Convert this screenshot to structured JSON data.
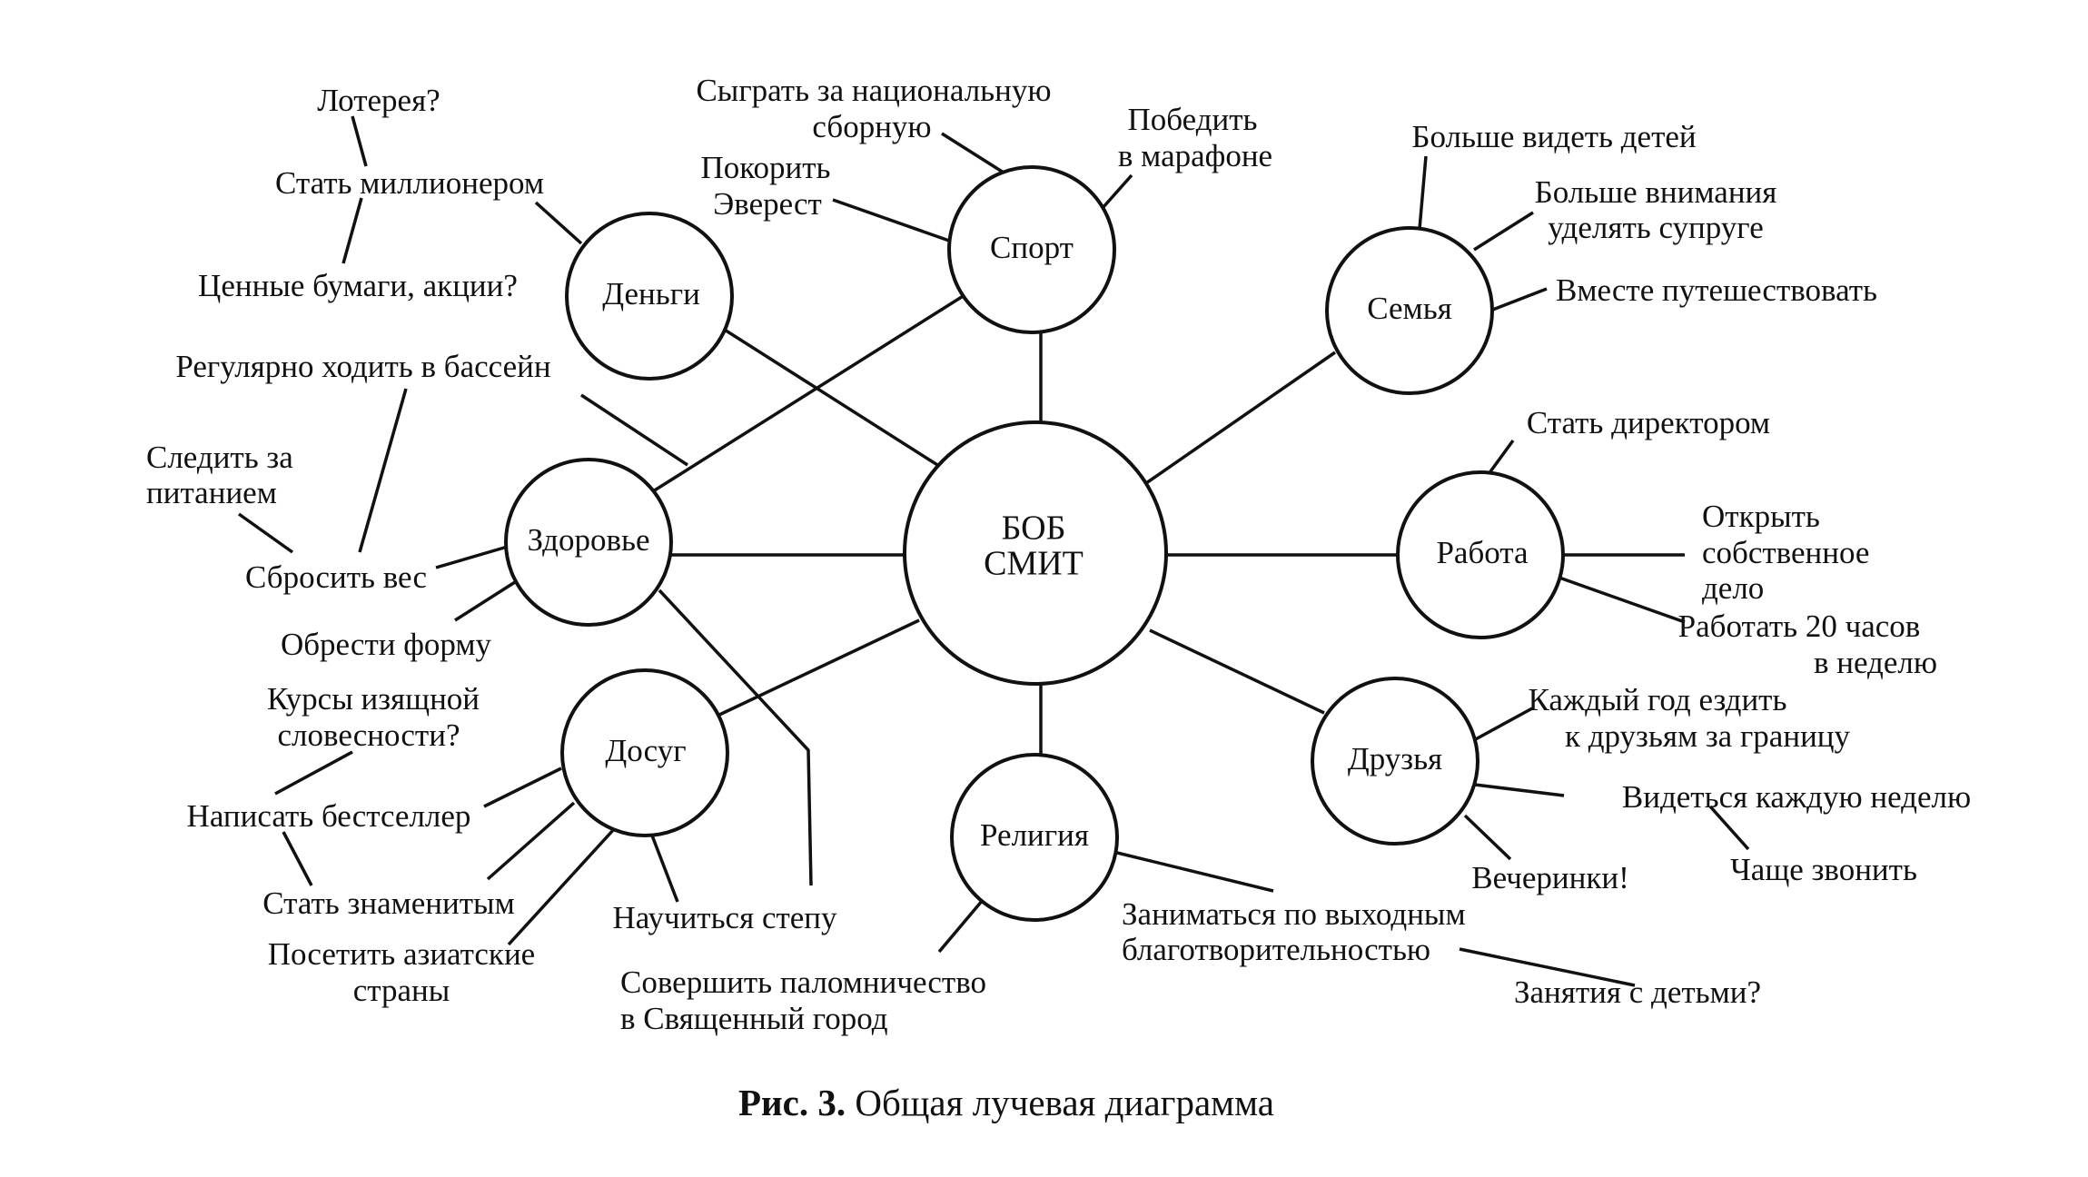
{
  "center": {
    "line1": "БОБ",
    "line2": "СМИТ"
  },
  "nodes": {
    "money": "Деньги",
    "sport": "Спорт",
    "family": "Семья",
    "health": "Здоровье",
    "work": "Работа",
    "leisure": "Досуг",
    "religion": "Религия",
    "friends": "Друзья"
  },
  "leaves": {
    "lottery": "Лотерея?",
    "millionaire": "Стать миллионером",
    "securities": "Ценные бумаги, акции?",
    "national_team_1": "Сыграть за национальную",
    "national_team_2": "сборную",
    "everest_1": "Покорить",
    "everest_2": "Эверест",
    "marathon_1": "Победить",
    "marathon_2": "в марафоне",
    "see_children": "Больше видеть детей",
    "spouse_1": "Больше внимания",
    "spouse_2": "уделять супруге",
    "travel_together": "Вместе путешествовать",
    "pool": "Регулярно ходить в бассейн",
    "nutrition_1": "Следить за",
    "nutrition_2": "питанием",
    "lose_weight": "Сбросить вес",
    "get_fit": "Обрести форму",
    "director": "Стать директором",
    "own_business_1": "Открыть",
    "own_business_2": "собственное",
    "own_business_3": "дело",
    "work_hours_1": "Работать 20 часов",
    "work_hours_2": "в неделю",
    "literature_1": "Курсы изящной",
    "literature_2": "словесности?",
    "bestseller": "Написать бестселлер",
    "famous": "Стать знаменитым",
    "asia_1": "Посетить азиатские",
    "asia_2": "страны",
    "tap": "Научиться степу",
    "pilgrimage_1": "Совершить паломничество",
    "pilgrimage_2": "в Священный город",
    "charity_1": "Заниматься по выходным",
    "charity_2": "благотворительностью",
    "kids_activities": "Занятия с детьми?",
    "abroad_1": "Каждый год ездить",
    "abroad_2": "к друзьям за границу",
    "weekly": "Видеться каждую неделю",
    "call_more": "Чаще звонить",
    "parties": "Вечеринки!"
  },
  "caption": {
    "label": "Рис. 3.",
    "text": " Общая лучевая диаграмма"
  }
}
